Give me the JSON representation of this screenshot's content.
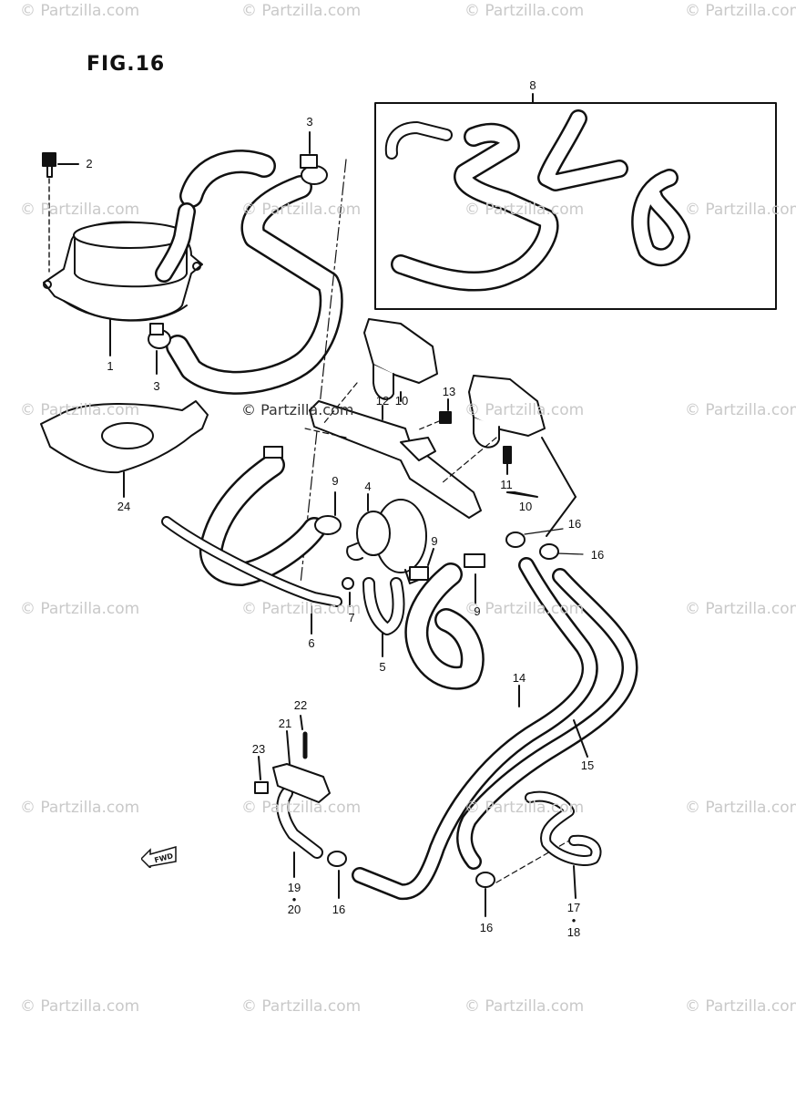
{
  "figure": {
    "title": "FIG.16",
    "watermark": "© Partzilla.com",
    "center_mark": "© Partzilla.com",
    "fwd_label": "FWD"
  },
  "callouts": {
    "c1": "1",
    "c2": "2",
    "c3a": "3",
    "c3b": "3",
    "c4": "4",
    "c5": "5",
    "c6": "6",
    "c7": "7",
    "c8": "8",
    "c9a": "9",
    "c9b": "9",
    "c9c": "9",
    "c10a": "10",
    "c10b": "10",
    "c11": "11",
    "c12": "12",
    "c13": "13",
    "c14": "14",
    "c15": "15",
    "c16a": "16",
    "c16b": "16",
    "c16c": "16",
    "c16d": "16",
    "c17": "17",
    "c18": "18",
    "c19": "19",
    "c20": "20",
    "c21": "21",
    "c22": "22",
    "c23": "23",
    "c24": "24",
    "dot1": "•",
    "dot2": "•"
  }
}
